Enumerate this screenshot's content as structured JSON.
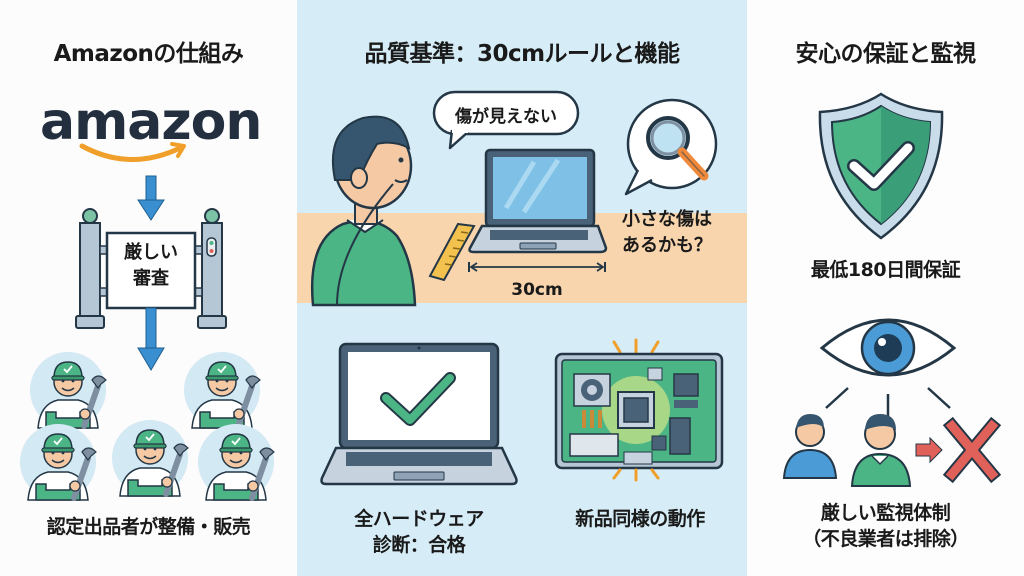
{
  "left_panel": {
    "title": "Amazonの仕組み",
    "logo_text": "amazon",
    "gate_label_line1": "厳しい",
    "gate_label_line2": "審査",
    "caption": "認定出品者が整備・販売",
    "technician_count": 5
  },
  "center_panel": {
    "title": "品質基準：30cmルールと機能",
    "speech_bubble": "傷が見えない",
    "distance_label": "30cm",
    "question_line1": "小さな傷は",
    "question_line2": "あるかも？",
    "diagnostic_caption_line1": "全ハードウェア",
    "diagnostic_caption_line2": "診断：合格",
    "board_caption": "新品同様の動作"
  },
  "right_panel": {
    "title": "安心の保証と監視",
    "warranty_caption": "最低180日間保証",
    "monitor_caption_line1": "厳しい監視体制",
    "monitor_caption_line2": "（不良業者は排除）"
  },
  "colors": {
    "center_bg": "#d6ecf6",
    "desk": "#f8d5ad",
    "green": "#4cb585",
    "blue_arrow": "#3a8fd0",
    "amazon_orange": "#f0a02a",
    "amazon_dark": "#232f3e",
    "red_x": "#e0605a",
    "outline": "#243746"
  }
}
